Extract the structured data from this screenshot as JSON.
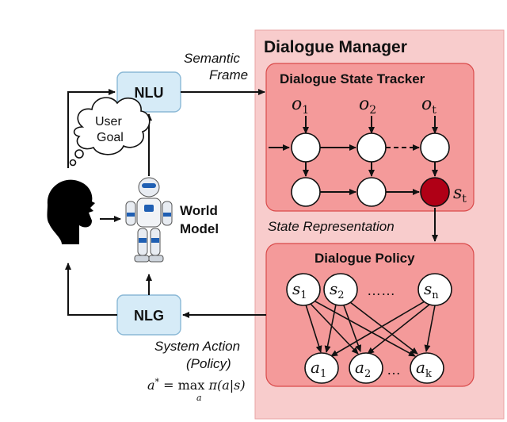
{
  "dialogue_manager": {
    "title": "Dialogue Manager",
    "tracker_title": "Dialogue State Tracker",
    "policy_title": "Dialogue Policy",
    "state_representation": "State Representation"
  },
  "modules": {
    "nlu": "NLU",
    "nlg": "NLG"
  },
  "labels": {
    "semantic_frame_1": "Semantic",
    "semantic_frame_2": "Frame",
    "user_goal_1": "User",
    "user_goal_2": "Goal",
    "world_1": "World",
    "world_2": "Model",
    "system_action_1": "System Action",
    "system_action_2": "(Policy)"
  },
  "formula": {
    "lhs": "a",
    "star": "*",
    "eq": " = max",
    "sub": "a",
    "rhs": "π(a|s)"
  },
  "tracker_obs": [
    {
      "base": "o",
      "sub": "1"
    },
    {
      "base": "o",
      "sub": "2"
    },
    {
      "base": "o",
      "sub": "t"
    }
  ],
  "tracker_state": {
    "base": "s",
    "sub": "t"
  },
  "policy_states": [
    {
      "base": "s",
      "sub": "1"
    },
    {
      "base": "s",
      "sub": "2"
    },
    {
      "base": "s",
      "sub": "n"
    }
  ],
  "policy_dots": "……",
  "policy_actions": [
    {
      "base": "a",
      "sub": "1"
    },
    {
      "base": "a",
      "sub": "2"
    },
    {
      "base": "a",
      "sub": "k"
    }
  ],
  "action_dots": "…",
  "colors": {
    "dm_fill": "#f8cccc",
    "inner_fill": "#f49a9a",
    "inner_stroke": "#d94a4a",
    "module_fill": "#d6ebf7",
    "module_stroke": "#8ab8d6",
    "state_node": "#b00016"
  },
  "icons": [
    "user-head-icon",
    "robot-icon",
    "thought-cloud-icon"
  ]
}
